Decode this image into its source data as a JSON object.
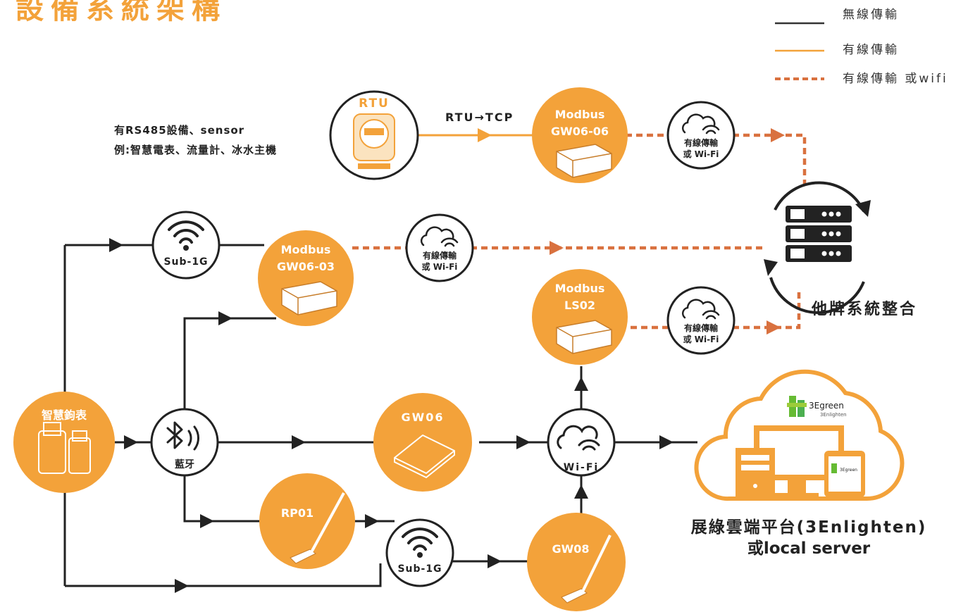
{
  "title": "設備系統架構",
  "legend": [
    {
      "label": "無線傳輸",
      "style": "solid",
      "color": "#333333"
    },
    {
      "label": "有線傳輸",
      "style": "solid",
      "color": "#f3a23a"
    },
    {
      "label": "有線傳輸 或wifi",
      "style": "dashed",
      "color": "#d9713f"
    }
  ],
  "colors": {
    "accent": "#f3a23a",
    "line": "#222222",
    "dashed": "#d9713f"
  },
  "rs485_note": {
    "line1": "有RS485設備、sensor",
    "line2": "例:智慧電表、流量計、冰水主機"
  },
  "nodes": {
    "rtu": "RTU",
    "rtu_tcp": "RTU→TCP",
    "gw0606_l1": "Modbus",
    "gw0606_l2": "GW06-06",
    "gw0603_l1": "Modbus",
    "gw0603_l2": "GW06-03",
    "ls02_l1": "Modbus",
    "ls02_l2": "LS02",
    "smart_meter": "智慧鉤表",
    "gw06": "GW06",
    "rp01": "RP01",
    "gw08": "GW08",
    "sub1g_a": "Sub-1G",
    "sub1g_b": "Sub-1G",
    "bluetooth": "藍牙",
    "wifi_hub": "Wi-Fi",
    "cloud_a_l1": "有線傳輸",
    "cloud_a_l2": "或 Wi-Fi",
    "cloud_b_l1": "有線傳輸",
    "cloud_b_l2": "或 Wi-Fi",
    "cloud_c_l1": "有線傳輸",
    "cloud_c_l2": "或 Wi-Fi",
    "server": "他牌系統整合",
    "platform_l1": "展綠雲端平台(3Enlighten)",
    "platform_l2": "或local server",
    "brand": "3Egreen",
    "brand_sub": "3Enlighten",
    "brand_small": "3Egreen"
  }
}
